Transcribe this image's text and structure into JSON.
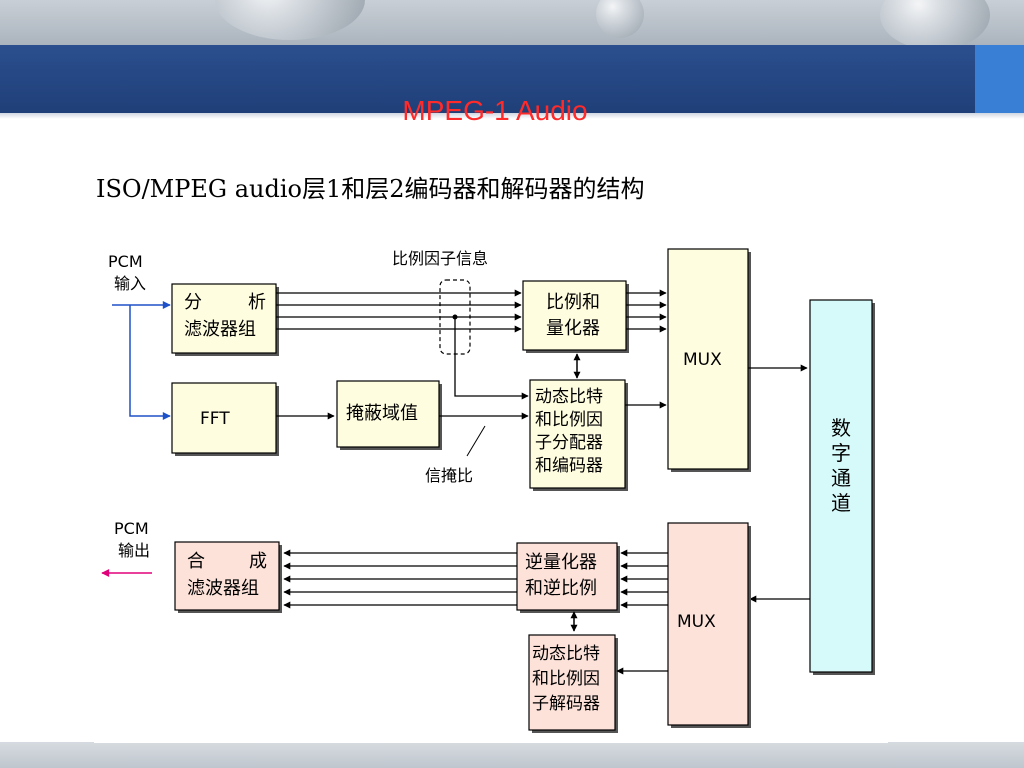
{
  "slide": {
    "title": "MPEG-1 Audio",
    "subtitle": "ISO/MPEG audio层1和层2编码器和解码器的结构"
  },
  "colors": {
    "title": "#ff2a2a",
    "banner": "#1f3f78",
    "encoder_block": "#fffde0",
    "decoder_block": "#fde2da",
    "channel_block": "#d6fafa",
    "input_arrow": "#1e50c8",
    "output_arrow": "#e0007a"
  },
  "diagram": {
    "pcm_in_1": "PCM",
    "pcm_in_2": "输入",
    "scale_factor_info": "比例因子信息",
    "analysis_a": "分",
    "analysis_b": "析",
    "analysis_2": "滤波器组",
    "quant_1": "比例和",
    "quant_2": "量化器",
    "fft": "FFT",
    "mask": "掩蔽域值",
    "smr": "信掩比",
    "alloc_1": "动态比特",
    "alloc_2": "和比例因",
    "alloc_3": "子分配器",
    "alloc_4": "和编码器",
    "mux_top": "MUX",
    "mux_bottom": "MUX",
    "channel_1": "数",
    "channel_2": "字",
    "channel_3": "通",
    "channel_4": "道",
    "pcm_out_1": "PCM",
    "pcm_out_2": "输出",
    "synth_a": "合",
    "synth_b": "成",
    "synth_2": "滤波器组",
    "dequant_1": "逆量化器",
    "dequant_2": "和逆比例",
    "decode_1": "动态比特",
    "decode_2": "和比例因",
    "decode_3": "子解码器"
  }
}
